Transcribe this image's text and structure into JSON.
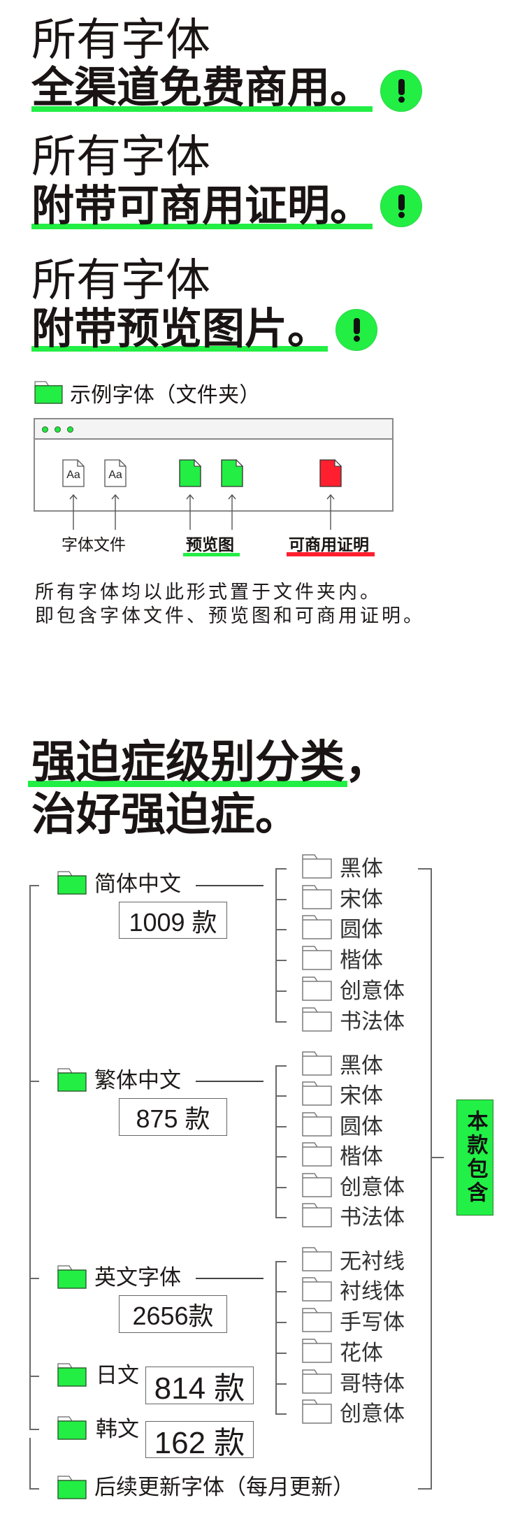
{
  "headlines": [
    {
      "light": "所有字体",
      "bold": "全渠道免费商用。",
      "badge_icon": "exclamation-icon"
    },
    {
      "light": "所有字体",
      "bold": "附带可商用证明。",
      "badge_icon": "exclamation-icon"
    },
    {
      "light": "所有字体",
      "bold": "附带预览图片。",
      "badge_icon": "exclamation-icon"
    }
  ],
  "example_folder": {
    "title": "示例字体（文件夹）",
    "title_icon": "folder-green-icon",
    "window_dots": 3,
    "files": [
      {
        "kind": "font-file",
        "glyph": "Aa"
      },
      {
        "kind": "font-file",
        "glyph": "Aa"
      },
      {
        "kind": "preview-image"
      },
      {
        "kind": "preview-image"
      },
      {
        "kind": "license-certificate"
      }
    ],
    "labels": {
      "font_files": "字体文件",
      "previews": "预览图",
      "license": "可商用证明"
    }
  },
  "description": {
    "line1": "所有字体均以此形式置于文件夹内。",
    "line2": "即包含字体文件、预览图和可商用证明。"
  },
  "classification": {
    "title_line1": "强迫症级别分类，",
    "title_line2": "治好强迫症。",
    "groups": [
      {
        "name": "简体中文",
        "count": "1009 款",
        "subfolders": [
          "黑体",
          "宋体",
          "圆体",
          "楷体",
          "创意体",
          "书法体"
        ]
      },
      {
        "name": "繁体中文",
        "count": "875 款",
        "subfolders": [
          "黑体",
          "宋体",
          "圆体",
          "楷体",
          "创意体",
          "书法体"
        ]
      },
      {
        "name": "英文字体",
        "count": "2656款",
        "subfolders": [
          "无衬线",
          "衬线体",
          "手写体",
          "花体",
          "哥特体",
          "创意体"
        ]
      },
      {
        "name": "日文",
        "count": "814 款"
      },
      {
        "name": "韩文",
        "count": "162 款"
      },
      {
        "name": "后续更新字体（每月更新）"
      }
    ],
    "included_badge": "本款包含"
  },
  "colors": {
    "accent_green": "#22ee44",
    "license_red": "#ff1f2f",
    "text": "#1a1414",
    "line_gray": "#6a6a6a",
    "titlebar_gray": "#f4f4f4"
  }
}
